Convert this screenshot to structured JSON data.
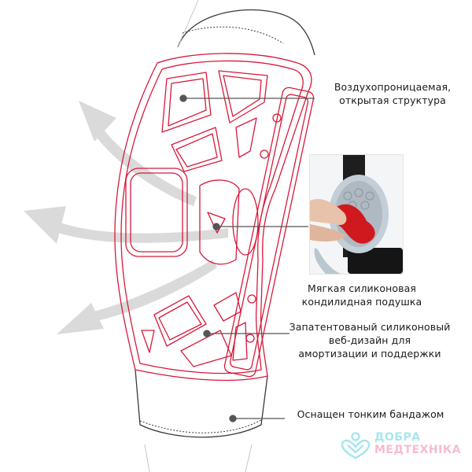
{
  "image": {
    "subject": "knee brace illustration",
    "colors": {
      "frame_outline": "#d8193a",
      "sleeve_outline": "#3a3a3a",
      "arrows": "#d9d9d9",
      "callout_line": "#555555",
      "text": "#1a1a1a",
      "logo_primary": "#a8e6ee",
      "logo_secondary": "#f6bcd2"
    }
  },
  "callouts": [
    {
      "id": "breathable",
      "lines": [
        "Воздухопроницаемая,",
        "открытая структура"
      ]
    },
    {
      "id": "condyle_pad",
      "lines": [
        "Мягкая силиконовая",
        "кондилидная подушка"
      ]
    },
    {
      "id": "web_design",
      "lines": [
        "Запатентованый силиконовый",
        "веб-дизайн для",
        "амортизации и поддержки"
      ]
    },
    {
      "id": "sleeve",
      "lines": [
        "Оснащен тонким бандажом"
      ]
    }
  ],
  "inset_photo": {
    "description": "hand peeling red silicone pad from condyle cup"
  },
  "logo": {
    "line1": "ДОБРА",
    "line2": "МЕДТЕХНІКА",
    "icon": "heart-hands-icon"
  }
}
